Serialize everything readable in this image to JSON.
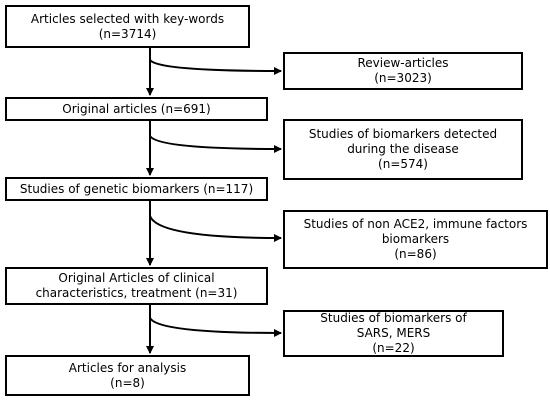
{
  "flowchart": {
    "main_boxes": [
      {
        "lines": [
          "Articles selected with key-words",
          "(n=3714)"
        ]
      },
      {
        "lines": [
          "Original articles (n=691)"
        ]
      },
      {
        "lines": [
          "Studies of genetic biomarkers (n=117)"
        ]
      },
      {
        "lines": [
          "Original Articles of clinical",
          "characteristics, treatment (n=31)"
        ]
      },
      {
        "lines": [
          "Articles for analysis",
          "(n=8)"
        ]
      }
    ],
    "side_boxes": [
      {
        "lines": [
          "Review-articles",
          "(n=3023)"
        ]
      },
      {
        "lines": [
          "Studies of biomarkers detected",
          "during the disease",
          "(n=574)"
        ]
      },
      {
        "lines": [
          "Studies of non ACE2, immune factors",
          "biomarkers",
          "(n=86)"
        ]
      },
      {
        "lines": [
          "Studies of biomarkers of",
          "SARS, MERS",
          "(n=22)"
        ]
      }
    ]
  },
  "colors": {
    "stroke": "#000000",
    "fill": "#ffffff"
  }
}
